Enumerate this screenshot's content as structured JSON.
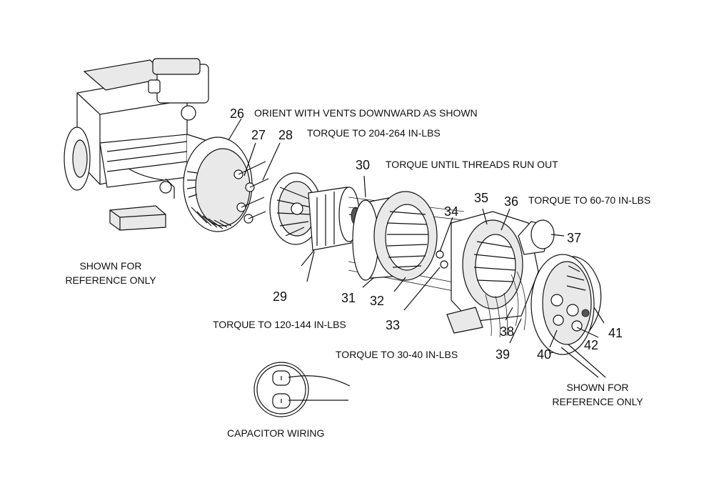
{
  "parts": [
    "26",
    "27",
    "28",
    "29",
    "30",
    "31",
    "32",
    "33",
    "34",
    "35",
    "36",
    "37",
    "38",
    "39",
    "40",
    "41",
    "42"
  ],
  "notes": {
    "orient": "ORIENT WITH VENTS DOWNWARD AS SHOWN",
    "torque_204": "TORQUE TO 204-264 IN-LBS",
    "torque_threads": "TORQUE UNTIL THREADS RUN OUT",
    "torque_60": "TORQUE TO 60-70 IN-LBS",
    "torque_120": "TORQUE TO 120-144 IN-LBS",
    "torque_30": "TORQUE TO 30-40 IN-LBS",
    "capacitor": "CAPACITOR WIRING"
  },
  "reference_left": [
    "SHOWN FOR",
    "REFERENCE ONLY"
  ],
  "reference_right": [
    "SHOWN FOR",
    "REFERENCE ONLY"
  ]
}
